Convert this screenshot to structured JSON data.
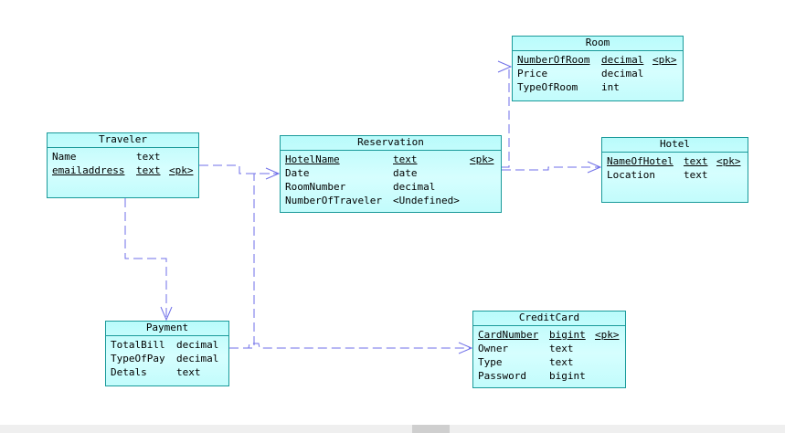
{
  "entities": {
    "room": {
      "title": "Room",
      "attributes": [
        {
          "name": "NumberOfRoom",
          "type": "decimal",
          "key": "<pk>"
        },
        {
          "name": "Price",
          "type": "decimal",
          "key": ""
        },
        {
          "name": "TypeOfRoom",
          "type": "int",
          "key": ""
        }
      ]
    },
    "traveler": {
      "title": "Traveler",
      "attributes": [
        {
          "name": "Name",
          "type": "text",
          "key": ""
        },
        {
          "name": "emailaddress",
          "type": "text",
          "key": "<pk>"
        }
      ]
    },
    "reservation": {
      "title": "Reservation",
      "attributes": [
        {
          "name": "HotelName",
          "type": "text",
          "key": "<pk>"
        },
        {
          "name": "Date",
          "type": "date",
          "key": ""
        },
        {
          "name": "RoomNumber",
          "type": "decimal",
          "key": ""
        },
        {
          "name": "NumberOfTraveler",
          "type": "<Undefined>",
          "key": ""
        }
      ]
    },
    "hotel": {
      "title": "Hotel",
      "attributes": [
        {
          "name": "NameOfHotel",
          "type": "text",
          "key": "<pk>"
        },
        {
          "name": "Location",
          "type": "text",
          "key": ""
        }
      ]
    },
    "payment": {
      "title": "Payment",
      "attributes": [
        {
          "name": "TotalBill",
          "type": "decimal",
          "key": ""
        },
        {
          "name": "TypeOfPay",
          "type": "decimal",
          "key": ""
        },
        {
          "name": "Detals",
          "type": "text",
          "key": ""
        }
      ]
    },
    "creditcard": {
      "title": "CreditCard",
      "attributes": [
        {
          "name": "CardNumber",
          "type": "bigint",
          "key": "<pk>"
        },
        {
          "name": "Owner",
          "type": "text",
          "key": ""
        },
        {
          "name": "Type",
          "type": "text",
          "key": ""
        },
        {
          "name": "Password",
          "type": "bigint",
          "key": ""
        }
      ]
    }
  },
  "style": {
    "entity_border": "#1a9a9a",
    "entity_fill": "#c2fcfc",
    "connector_color": "#6f6fe8",
    "background": "#ffffff"
  }
}
